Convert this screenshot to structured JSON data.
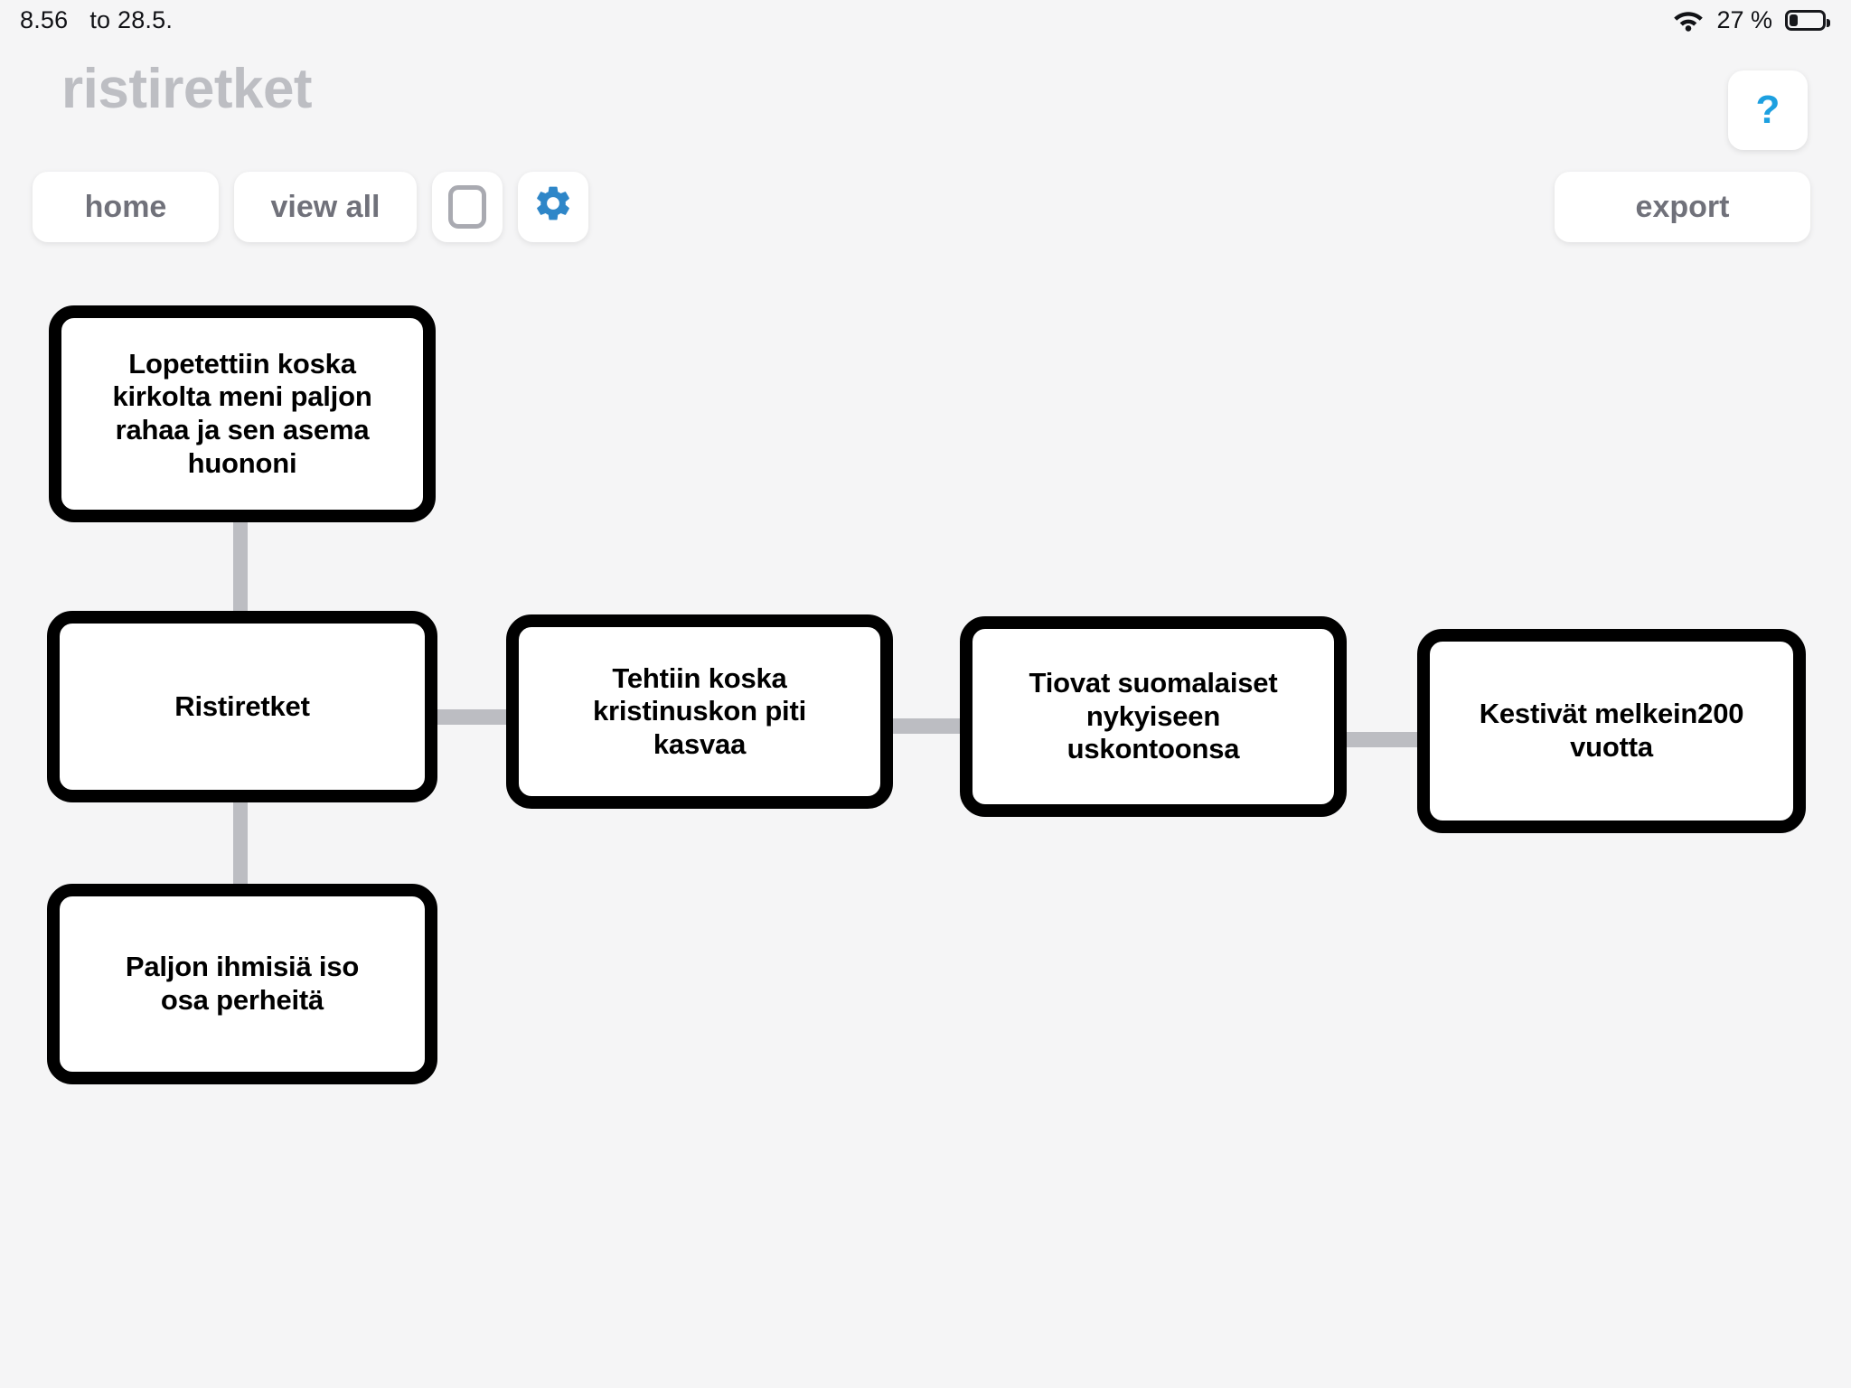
{
  "status_bar": {
    "time": "8.56",
    "secondary": "to 28.5.",
    "wifi_icon": "wifi-icon",
    "battery_percent_label": "27 %",
    "battery_level": 27,
    "battery_icon": "battery-icon"
  },
  "header": {
    "app_title": "ristiretket",
    "help_label": "?",
    "help_icon": "question-mark-icon"
  },
  "toolbar": {
    "home_label": "home",
    "view_all_label": "view all",
    "shape_icon": "rounded-square-icon",
    "settings_icon": "gear-icon",
    "export_label": "export"
  },
  "colors": {
    "background": "#f5f5f6",
    "accent_blue": "#2e86c8",
    "help_blue": "#1da0e0",
    "node_border": "#000000",
    "node_fill": "#ffffff",
    "edge_gray": "#bcbdc2",
    "title_gray": "#bdbec3",
    "button_text_gray": "#70717a"
  },
  "mindmap": {
    "nodes": [
      {
        "id": "n1",
        "label": "Lopetettiin koska\nkirkolta meni paljon\nrahaa ja sen asema\nhuononi"
      },
      {
        "id": "n2",
        "label": "Ristiretket"
      },
      {
        "id": "n3",
        "label": "Paljon ihmisiä iso\nosa perheitä"
      },
      {
        "id": "n4",
        "label": "Tehtiin koska\nkristinuskon piti\nkasvaa"
      },
      {
        "id": "n5",
        "label": "Tiovat suomalaiset\nnykyiseen\nuskontoonsa"
      },
      {
        "id": "n6",
        "label": "Kestivät melkein200\nvuotta"
      }
    ],
    "edges": [
      {
        "from": "n2",
        "to": "n1"
      },
      {
        "from": "n2",
        "to": "n3"
      },
      {
        "from": "n2",
        "to": "n4"
      },
      {
        "from": "n4",
        "to": "n5"
      },
      {
        "from": "n5",
        "to": "n6"
      }
    ]
  }
}
